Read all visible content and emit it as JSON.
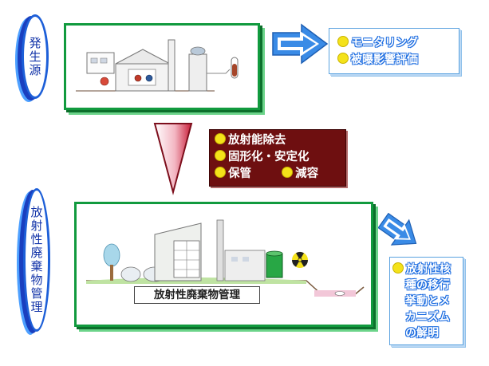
{
  "source_label": {
    "text": "発生源"
  },
  "management_label": {
    "text": "放射性廃棄物管理"
  },
  "monitoring_box": {
    "items": [
      "モニタリング",
      "被曝影響評価"
    ]
  },
  "process_box": {
    "line1": "放射能除去",
    "line2": "固形化・安定化",
    "line3_a": "保管",
    "line3_b": "減容"
  },
  "facility_caption": {
    "text": "放射性廃棄物管理"
  },
  "migration_box": {
    "lines": [
      "放射性核",
      "種の移行",
      "挙動とメ",
      "カニズム",
      "の解明"
    ]
  },
  "colors": {
    "frame_green": "#119a3e",
    "pill_blue": "#1d5fd8",
    "process_red": "#6e0f10",
    "bullet_yellow": "#f4e21a",
    "arrow_blue": "#3a8be6"
  },
  "icons": [
    "radiation-icon",
    "double-arrow-right-icon",
    "triangle-down-arrow-icon",
    "bullet-icon"
  ]
}
